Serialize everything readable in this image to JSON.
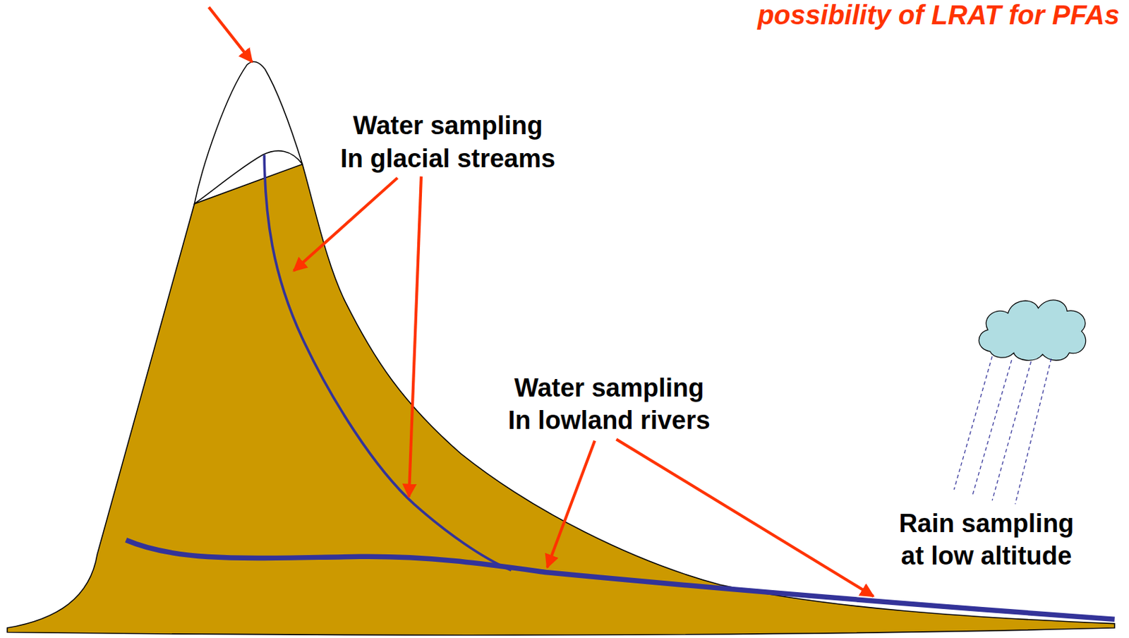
{
  "diagram": {
    "title": "possibility of LRAT for PFAs",
    "labels": [
      "Water sampling In glacial streams",
      "Water sampling In lowland rivers",
      "Rain sampling at low altitude"
    ]
  }
}
